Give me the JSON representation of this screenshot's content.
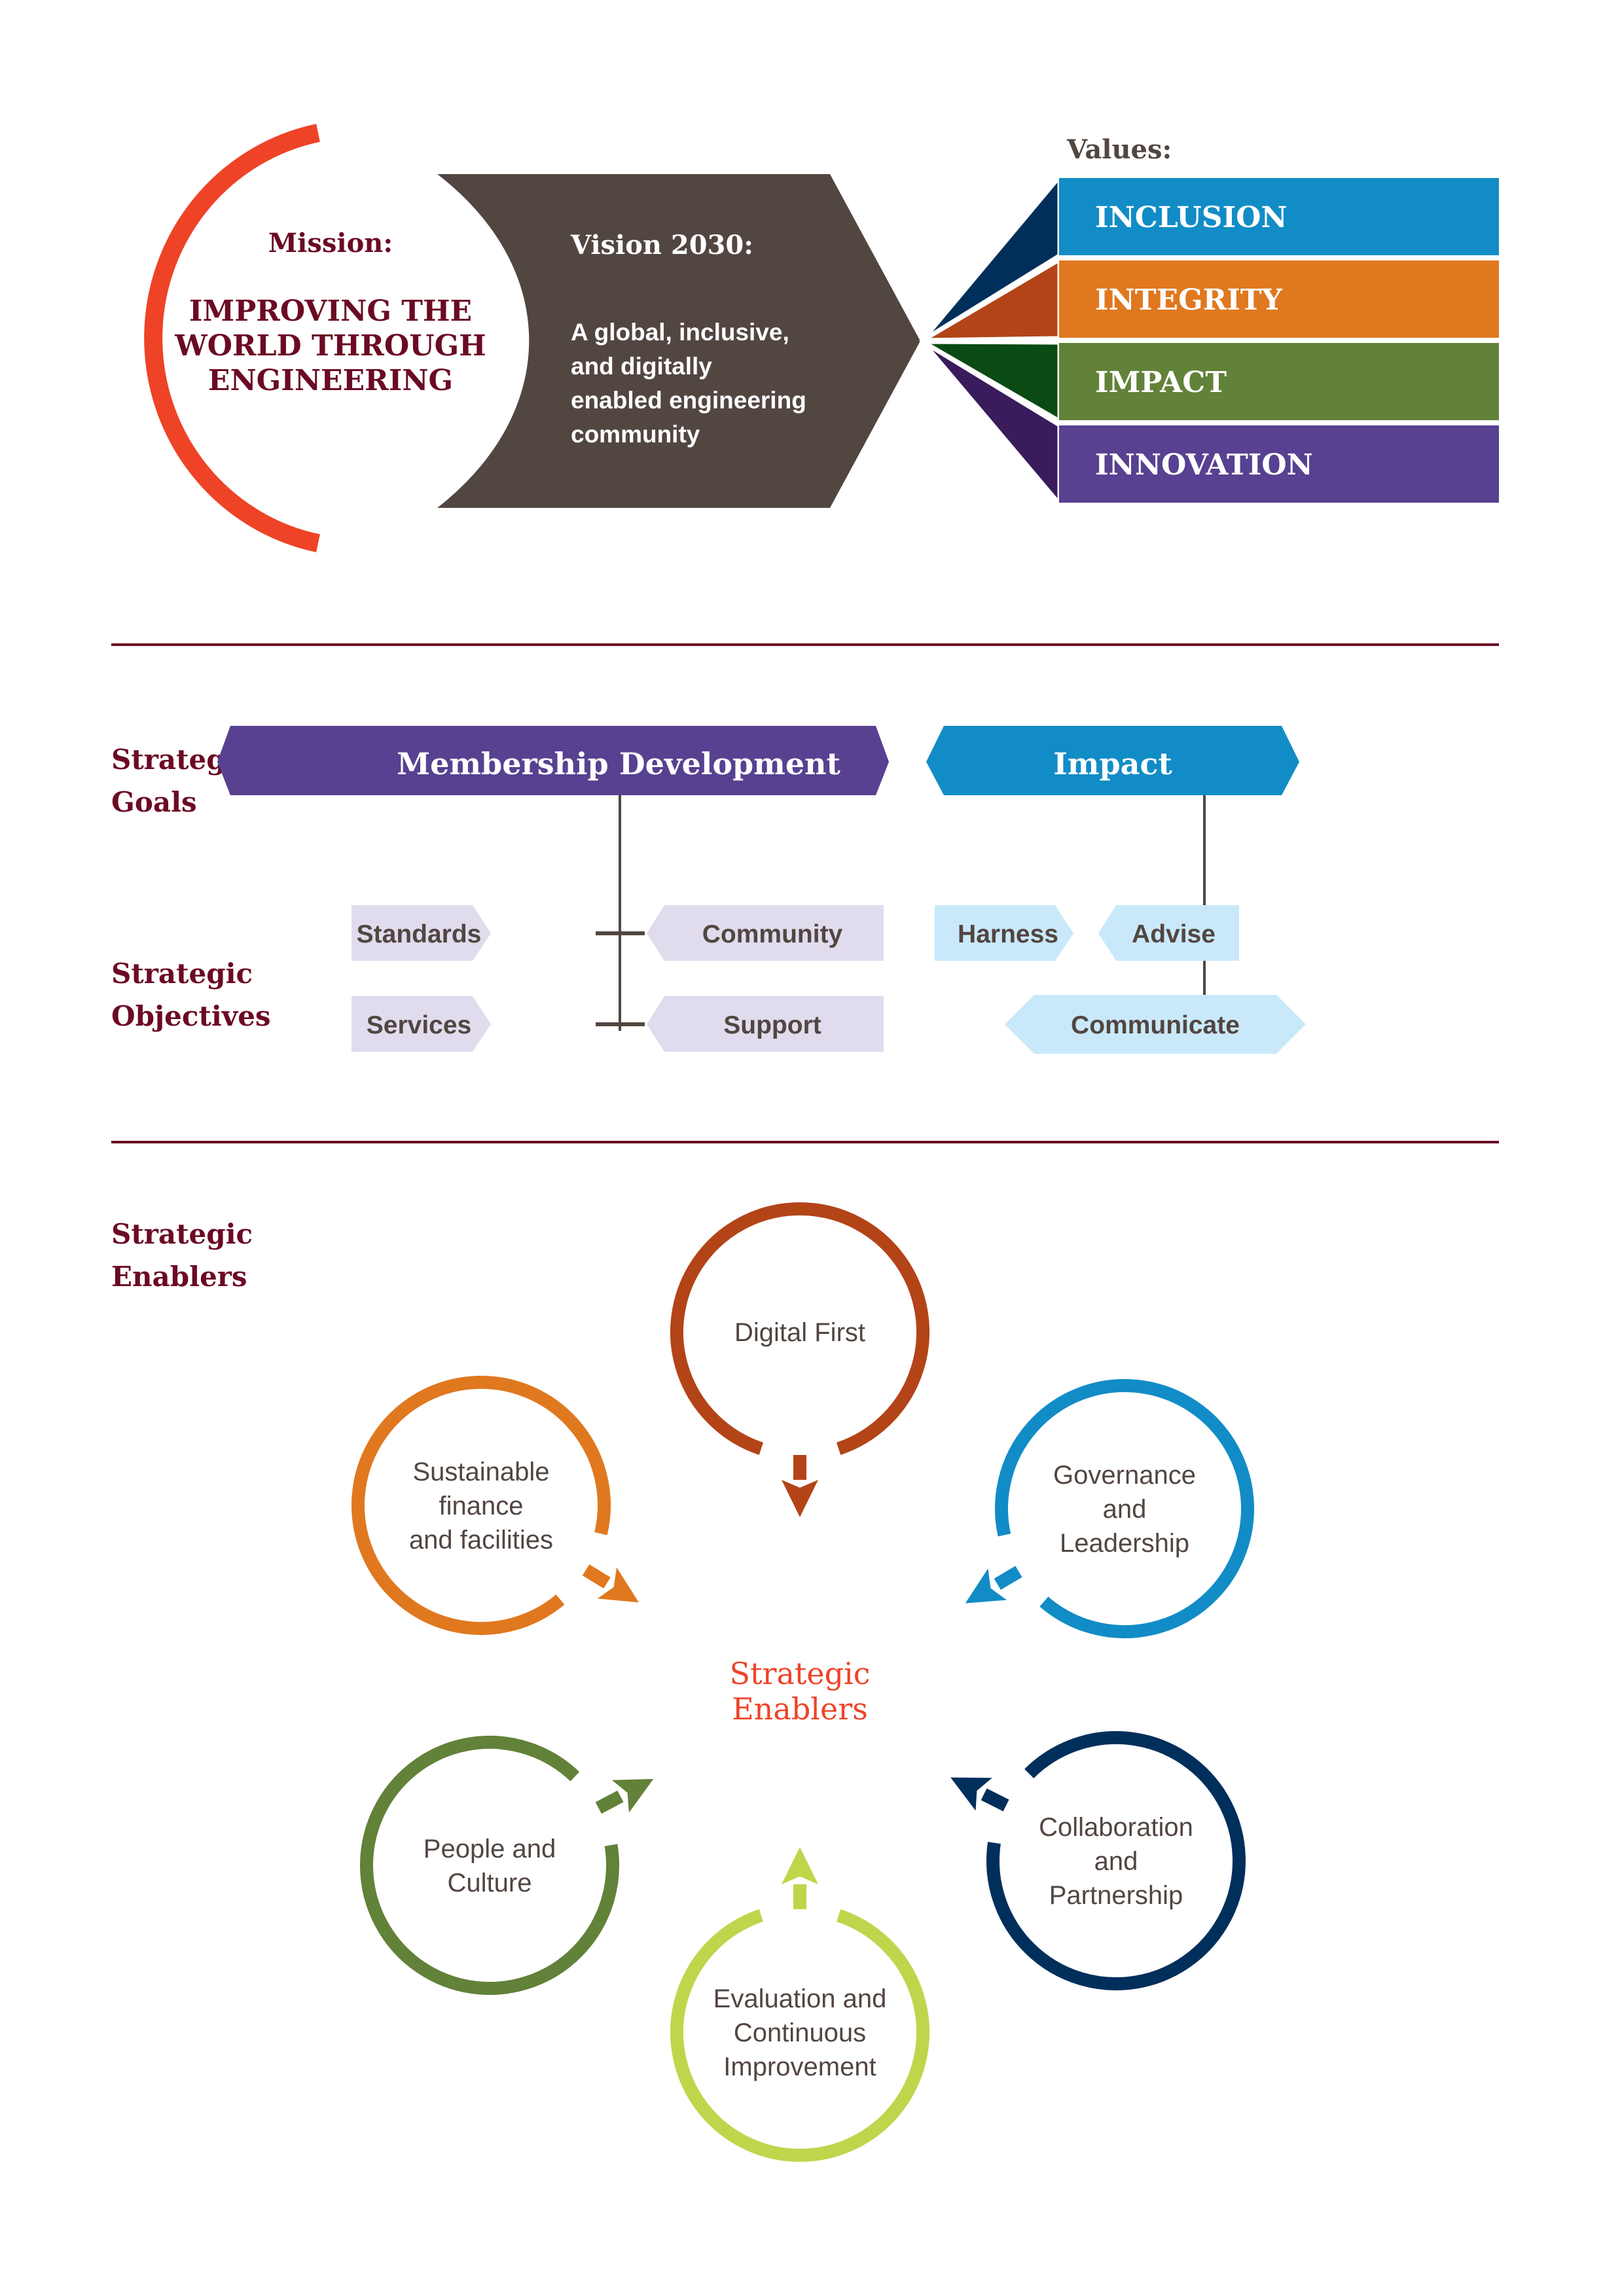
{
  "colors": {
    "maroon": "#6b0a24",
    "mission_arc": "#ee4327",
    "vision_bg": "#524641",
    "text_dark": "#524641",
    "divider": "#6b0a24",
    "enablers_center": "#ee4327"
  },
  "mission": {
    "label": "Mission:",
    "lines": [
      "IMPROVING THE",
      "WORLD THROUGH",
      "ENGINEERING"
    ]
  },
  "vision": {
    "label": "Vision 2030:",
    "lines": [
      "A global, inclusive,",
      "and digitally",
      "enabled engineering",
      "community"
    ]
  },
  "values": {
    "label": "Values:",
    "items": [
      {
        "label": "INCLUSION",
        "color": "#128cc6",
        "wedge_color": "#012f5b"
      },
      {
        "label": "INTEGRITY",
        "color": "#e0781f",
        "wedge_color": "#b34417"
      },
      {
        "label": "IMPACT",
        "color": "#628139",
        "wedge_color": "#0a4a14"
      },
      {
        "label": "INNOVATION",
        "color": "#574190",
        "wedge_color": "#3a1b5c"
      }
    ]
  },
  "strategic_goals": {
    "label_lines": [
      "Strategic",
      "Goals"
    ],
    "goals": [
      {
        "label": "Membership Development",
        "color": "#574190",
        "objective_color": "#e0dcee"
      },
      {
        "label": "Impact",
        "color": "#128cc6",
        "objective_color": "#c9e9fa"
      }
    ]
  },
  "strategic_objectives": {
    "label_lines": [
      "Strategic",
      "Objectives"
    ],
    "membership": [
      "Standards",
      "Community",
      "Services",
      "Support"
    ],
    "impact": [
      "Harness",
      "Advise",
      "Communicate"
    ]
  },
  "strategic_enablers": {
    "label_lines": [
      "Strategic",
      "Enablers"
    ],
    "center_lines": [
      "Strategic",
      "Enablers"
    ],
    "items": [
      {
        "lines": [
          "Digital First"
        ],
        "color": "#b34417"
      },
      {
        "lines": [
          "Governance",
          "and",
          "Leadership"
        ],
        "color": "#128cc6"
      },
      {
        "lines": [
          "Collaboration",
          "and",
          "Partnership"
        ],
        "color": "#012f5b"
      },
      {
        "lines": [
          "Evaluation and",
          "Continuous",
          "Improvement"
        ],
        "color": "#bed64b"
      },
      {
        "lines": [
          "People and",
          "Culture"
        ],
        "color": "#628139"
      },
      {
        "lines": [
          "Sustainable",
          "finance",
          "and facilities"
        ],
        "color": "#e0781f"
      }
    ]
  }
}
